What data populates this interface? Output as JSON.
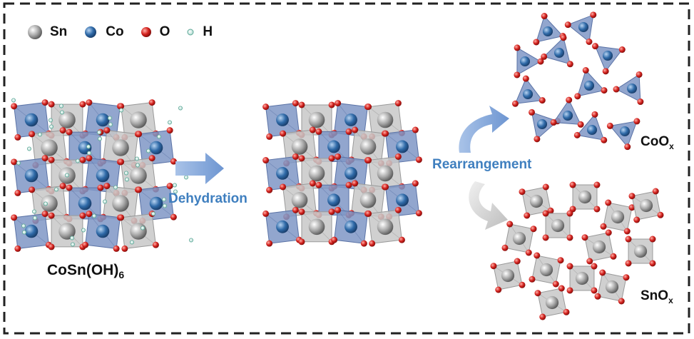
{
  "legend": [
    {
      "label": "Sn",
      "color": "#8c8c8c"
    },
    {
      "label": "Co",
      "color": "#2f6aa8"
    },
    {
      "label": "O",
      "color": "#d3211d"
    },
    {
      "label": "H",
      "color": "#7fc4b4"
    }
  ],
  "labels": {
    "left_formula": "CoSn(OH)",
    "left_formula_sub": "6",
    "step1": "Dehydration",
    "step2": "Rearrangement",
    "coox": "CoO",
    "coox_sub": "x",
    "snox": "SnO",
    "snox_sub": "x"
  },
  "colors": {
    "co_polyhedron": "#7f97c6",
    "sn_polyhedron": "#c8c8c8",
    "arrow_blue": "#7ea3d8",
    "arrow_gray": "#c9c9c9",
    "frame": "#222222"
  }
}
